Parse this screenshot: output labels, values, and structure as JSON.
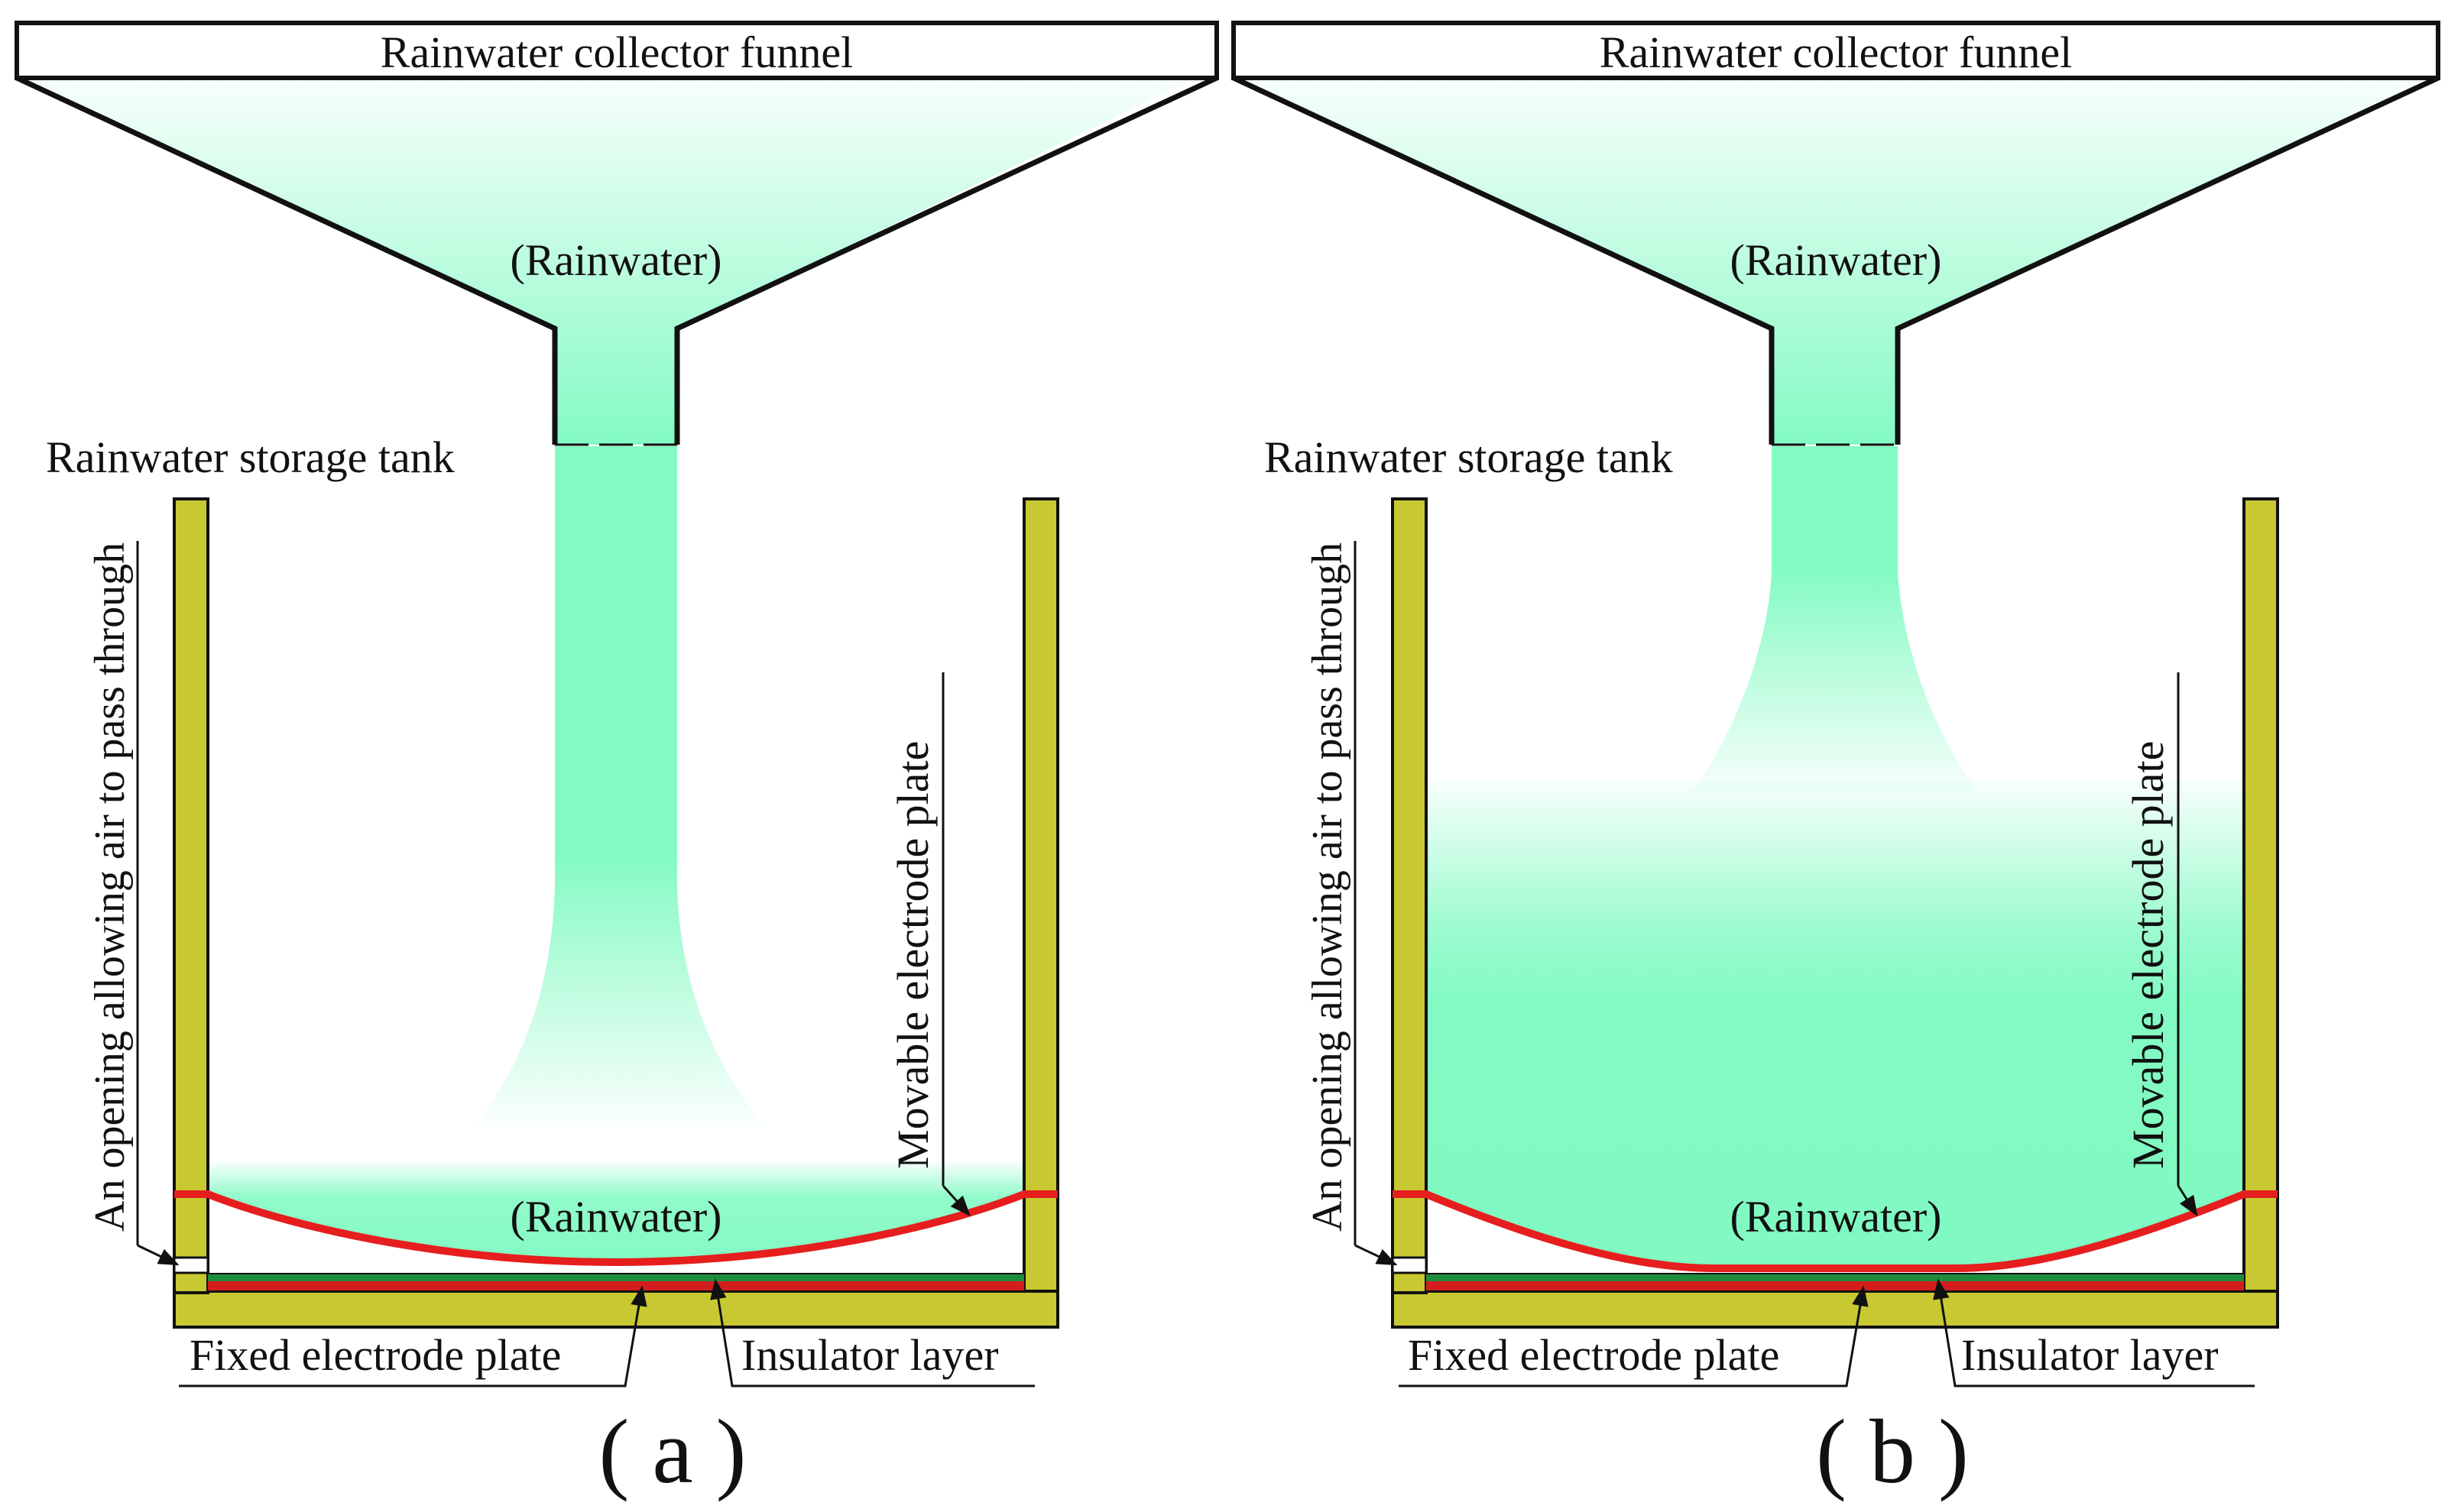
{
  "panels": [
    {
      "id": "a",
      "funnel_label": "Rainwater collector funnel",
      "funnel_water_label": "(Rainwater)",
      "tank_label": "Rainwater storage tank",
      "tank_water_label": "(Rainwater)",
      "opening_label": "An opening allowing air to pass through",
      "movable_label": "Movable electrode plate",
      "fixed_label": "Fixed electrode plate",
      "insulator_label": "Insulator layer",
      "caption": "( a )"
    },
    {
      "id": "b",
      "funnel_label": "Rainwater collector funnel",
      "funnel_water_label": "(Rainwater)",
      "tank_label": "Rainwater storage tank",
      "tank_water_label": "(Rainwater)",
      "opening_label": "An opening allowing air to pass through",
      "movable_label": "Movable electrode plate",
      "fixed_label": "Fixed electrode plate",
      "insulator_label": "Insulator layer",
      "caption": "( b )"
    }
  ],
  "colors": {
    "tank_wall": "#c8c832",
    "water": "#7dfac0",
    "movable_plate": "#e61e1e",
    "fixed_plate": "#d41e1e",
    "insulator": "#1e8c3c",
    "outline": "#111111"
  }
}
